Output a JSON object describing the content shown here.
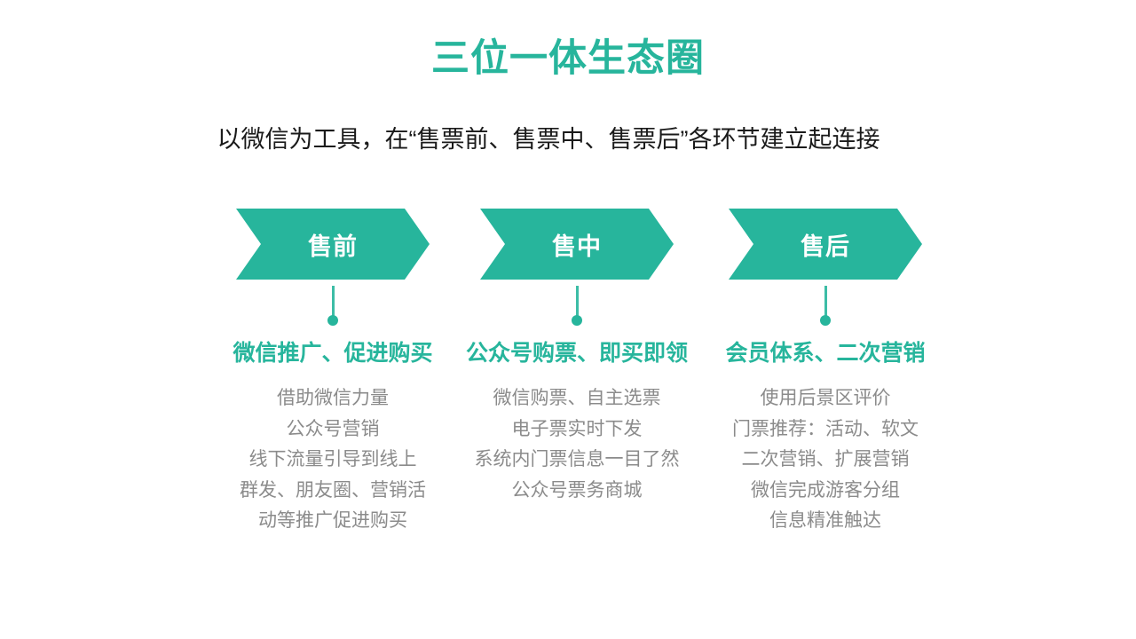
{
  "slide": {
    "title": "三位一体生态圈",
    "subtitle": "以微信为工具，在“售票前、售票中、售票后”各环节建立起连接",
    "columns": [
      {
        "stage_label": "售前",
        "heading": "微信推广、促进购买",
        "items": [
          "借助微信力量",
          "公众号营销",
          "线下流量引导到线上",
          "群发、朋友圈、营销活",
          "动等推广促进购买"
        ]
      },
      {
        "stage_label": "售中",
        "heading": "公众号购票、即买即领",
        "items": [
          "微信购票、自主选票",
          "电子票实时下发",
          "系统内门票信息一目了然",
          "公众号票务商城"
        ]
      },
      {
        "stage_label": "售后",
        "heading": "会员体系、二次营销",
        "items": [
          "使用后景区评价",
          "门票推荐：活动、软文",
          "二次营销、扩展营销",
          "微信完成游客分组",
          "信息精准触达"
        ]
      }
    ]
  },
  "colors": {
    "accent": "#27b59c",
    "connector_stem": "#3cbda6",
    "stage_label_text": "#ffffff",
    "subtitle_text": "#1a1a1a",
    "body_text": "#8b8b8b",
    "background": "#ffffff"
  }
}
